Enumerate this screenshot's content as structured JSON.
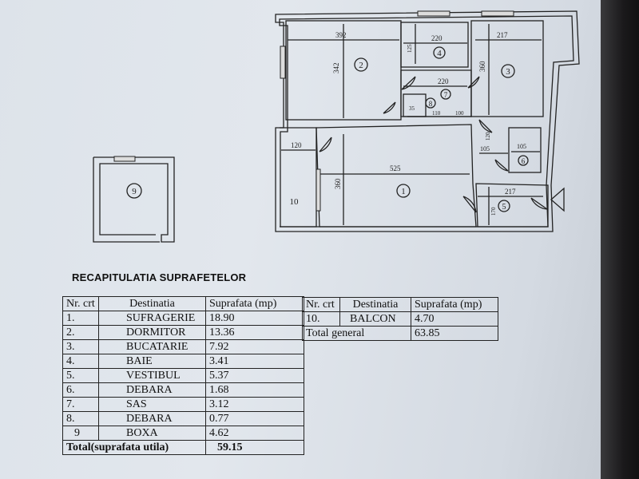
{
  "plan": {
    "rooms": [
      "1",
      "2",
      "3",
      "4",
      "5",
      "6",
      "7",
      "8",
      "9",
      "10"
    ],
    "dims": {
      "r2_width": "392",
      "r2_height": "342",
      "r4_width": "220",
      "r4_height": "125",
      "r3_width": "217",
      "r3_height": "360",
      "r7_width": "220",
      "r8_small": "35",
      "r8_width": "110",
      "r7_door": "100",
      "balcony_width": "120",
      "r1_width": "525",
      "r1_height": "360",
      "r6_left": "105",
      "r6_right": "105",
      "r6_height": "120",
      "r5_width": "217",
      "r5_height": "170"
    }
  },
  "summary": {
    "heading": "RECAPITULATIA SUPRAFETELOR",
    "headers": [
      "Nr. crt",
      "Destinatia",
      "Suprafata (mp)"
    ],
    "rows": [
      {
        "nr": "1.",
        "dest": "SUFRAGERIE",
        "area": "18.90"
      },
      {
        "nr": "2.",
        "dest": "DORMITOR",
        "area": "13.36"
      },
      {
        "nr": "3.",
        "dest": "BUCATARIE",
        "area": "7.92"
      },
      {
        "nr": "4.",
        "dest": "BAIE",
        "area": "3.41"
      },
      {
        "nr": "5.",
        "dest": "VESTIBUL",
        "area": "5.37"
      },
      {
        "nr": "6.",
        "dest": "DEBARA",
        "area": "1.68"
      },
      {
        "nr": "7.",
        "dest": "SAS",
        "area": "3.12"
      },
      {
        "nr": "8.",
        "dest": "DEBARA",
        "area": "0.77"
      },
      {
        "nr": "9",
        "dest": "BOXA",
        "area": "4.62"
      }
    ],
    "total_label": "Total(suprafata utila)",
    "total_value": "59.15",
    "side": {
      "headers": [
        "Nr. crt",
        "Destinatia",
        "Suprafata (mp)"
      ],
      "row": {
        "nr": "10.",
        "dest": "BALCON",
        "area": "4.70"
      },
      "general_label": "Total general",
      "general_value": "63.85"
    }
  }
}
